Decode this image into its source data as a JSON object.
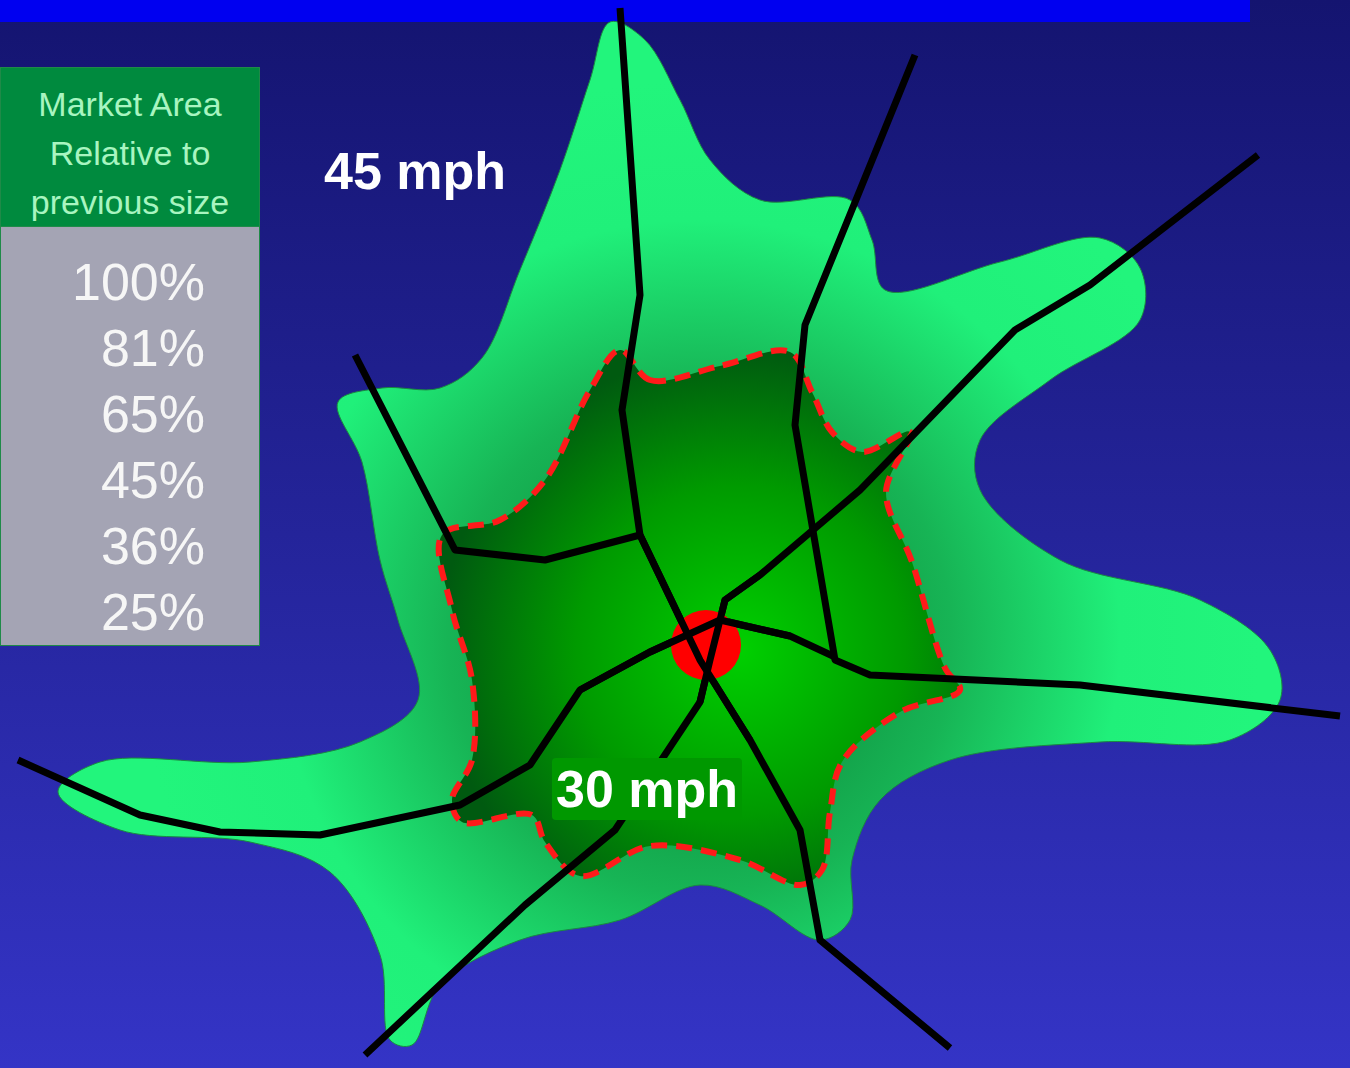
{
  "diagram": {
    "nodes": [
      {
        "text": [
          "Market Area Relative to previous size"
        ]
      },
      {
        "text": [
          "100%",
          "81%",
          "65%",
          "45%",
          "36%",
          "25%"
        ]
      }
    ],
    "labels": [
      "45 mph",
      "30 mph"
    ]
  }
}
